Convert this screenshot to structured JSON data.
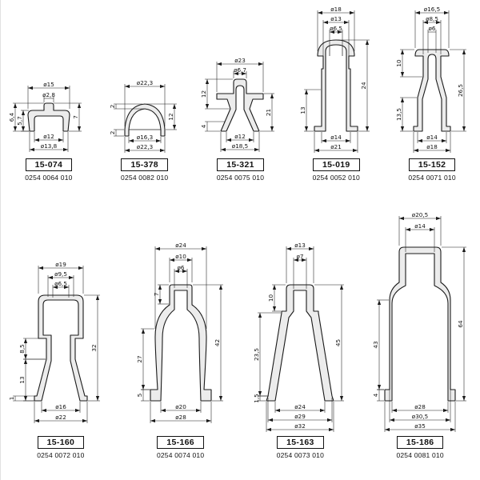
{
  "page": {
    "bg": "#ffffff",
    "ink": "#1a1a1a",
    "fill": "#ececec"
  },
  "parts": [
    {
      "id": "15-074",
      "code": "0254 0064 010",
      "dims": {
        "dTop": "ø15",
        "dBump": "ø2,8",
        "dBotIn": "ø12",
        "dBotOut": "ø13,8",
        "hTotal": "6,4",
        "hBody": "5,7",
        "hRight": "7"
      }
    },
    {
      "id": "15-378",
      "code": "0254 0082 010",
      "dims": {
        "dTop": "ø22,3",
        "dBotIn": "ø16,3",
        "dBotOut": "ø22,3",
        "hRight": "12",
        "tWall": "2",
        "tLip": "2"
      }
    },
    {
      "id": "15-321",
      "code": "0254 0075 010",
      "dims": {
        "dTop": "ø23",
        "dNip": "ø6,7",
        "dBotIn": "ø12",
        "dBotOut": "ø18,5",
        "hUpper": "12",
        "hLower": "4",
        "hRight": "21"
      }
    },
    {
      "id": "15-019",
      "code": "0254 0052 010",
      "dims": {
        "dTop": "ø18",
        "dNeck": "ø13",
        "dHole": "ø6,5",
        "dBotIn": "ø14",
        "dBotOut": "ø21",
        "hLeft": "13",
        "hRight": "24"
      }
    },
    {
      "id": "15-152",
      "code": "0254 0071 010",
      "dims": {
        "dTop": "ø16,5",
        "dKnob": "ø8,5",
        "dHole": "ø6",
        "dBotIn": "ø14",
        "dBotOut": "ø18",
        "hKnob": "10",
        "hBody": "13,5",
        "hRight": "26,5"
      }
    },
    {
      "id": "15-160",
      "code": "0254 0072 010",
      "dims": {
        "dTop": "ø19",
        "dStep": "ø9,5",
        "dHole": "ø6,5",
        "dBotIn": "ø16",
        "dBotOut": "ø22",
        "hNeck": "8,5",
        "hSkirt": "13",
        "hLip": "1",
        "hRight": "32"
      }
    },
    {
      "id": "15-166",
      "code": "0254 0074 010",
      "dims": {
        "dTop": "ø24",
        "dNip": "ø10",
        "dHole": "ø6",
        "dBotIn": "ø20",
        "dBotOut": "ø28",
        "hNip": "7",
        "hBody": "27",
        "hFlange": "5",
        "hRight": "42"
      }
    },
    {
      "id": "15-163",
      "code": "0254 0073 010",
      "dims": {
        "dTop": "ø13",
        "dNip": "ø7",
        "dBotIn": "ø24",
        "dBotMid": "ø29",
        "dBotOut": "ø32",
        "hTube": "10",
        "hCone": "23,5",
        "hLip": "1,5",
        "hRight": "45"
      }
    },
    {
      "id": "15-186",
      "code": "0254 0081 010",
      "dims": {
        "dTop": "ø20,5",
        "dNeck": "ø14",
        "dBotIn": "ø28",
        "dBotMid": "ø30,5",
        "dBotOut": "ø35",
        "hBody": "43",
        "hFlange": "4",
        "hRight": "64"
      }
    }
  ]
}
